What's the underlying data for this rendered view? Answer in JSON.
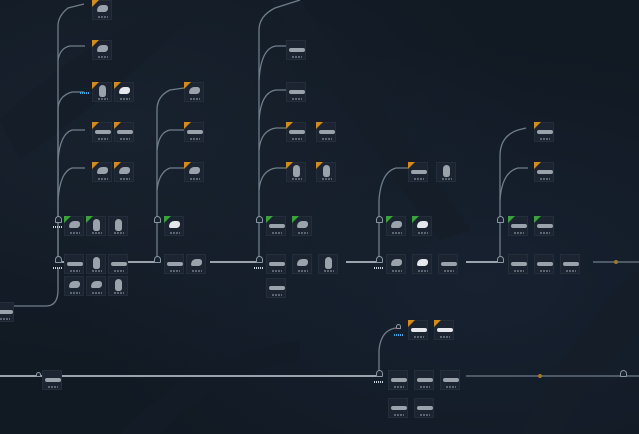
{
  "tech_tree": {
    "colors": {
      "background": "#111923",
      "link": "#6f7e8a",
      "link_bright": "#c7d0d8",
      "flag_researchable": "#d58a1c",
      "flag_available": "#3aa33c",
      "hub_border": "#8a97a3",
      "card_bg": "#1b2430",
      "new_indicator": "#3da6e8"
    },
    "node_groups": [
      {
        "name": "upper-left-1",
        "flags": [
          "orange"
        ],
        "icons": [
          "gear-part-icon"
        ]
      },
      {
        "name": "upper-left-2",
        "flags": [
          "orange"
        ],
        "icons": [
          "gear-part-icon"
        ]
      },
      {
        "name": "upper-left-3",
        "flags": [
          "orange",
          "orange"
        ],
        "icons": [
          "hand-icon",
          "weapon-icon"
        ]
      },
      {
        "name": "upper-left-4",
        "flags": [
          "orange",
          "orange"
        ],
        "icons": [
          "tool-icon",
          "tool-icon"
        ]
      },
      {
        "name": "upper-left-5",
        "flags": [
          "orange",
          "orange"
        ],
        "icons": [
          "tool-icon",
          "tool-icon"
        ]
      },
      {
        "name": "left-branch-a",
        "flags": [
          "green",
          "green"
        ],
        "icons": [
          "weapon-icon",
          "weapon-icon"
        ]
      },
      {
        "name": "left-branch-b",
        "flags": [],
        "icons": [
          "weapon-icon",
          "weapon-icon",
          "weapon-icon"
        ]
      },
      {
        "name": "mid-column-1",
        "flags": [
          "orange"
        ],
        "icons": [
          "tool-icon"
        ]
      },
      {
        "name": "mid-column-2",
        "flags": [
          "orange"
        ],
        "icons": [
          "tool-icon"
        ]
      },
      {
        "name": "mid-column-3",
        "flags": [
          "orange"
        ],
        "icons": [
          "tool-icon"
        ]
      },
      {
        "name": "center-a",
        "flags": [
          "green",
          "green"
        ],
        "icons": [
          "weapon-icon",
          "weapon-icon"
        ]
      },
      {
        "name": "center-b",
        "flags": [],
        "icons": [
          "weapon-icon",
          "weapon-icon",
          "weapon-icon"
        ]
      },
      {
        "name": "right-a",
        "flags": [
          "green",
          "green"
        ],
        "icons": [
          "weapon-icon",
          "weapon-icon"
        ]
      },
      {
        "name": "right-b",
        "flags": [],
        "icons": [
          "weapon-icon",
          "weapon-icon",
          "weapon-icon"
        ]
      },
      {
        "name": "far-right-a",
        "flags": [
          "green",
          "green"
        ],
        "icons": [
          "weapon-icon",
          "weapon-icon"
        ]
      },
      {
        "name": "far-right-b",
        "flags": [],
        "icons": [
          "weapon-icon",
          "weapon-icon",
          "weapon-icon"
        ]
      },
      {
        "name": "bottom-cluster",
        "flags": [
          "orange",
          "orange"
        ],
        "icons": [
          "rifle-icon",
          "rifle-icon",
          "rifle-icon"
        ]
      }
    ]
  }
}
